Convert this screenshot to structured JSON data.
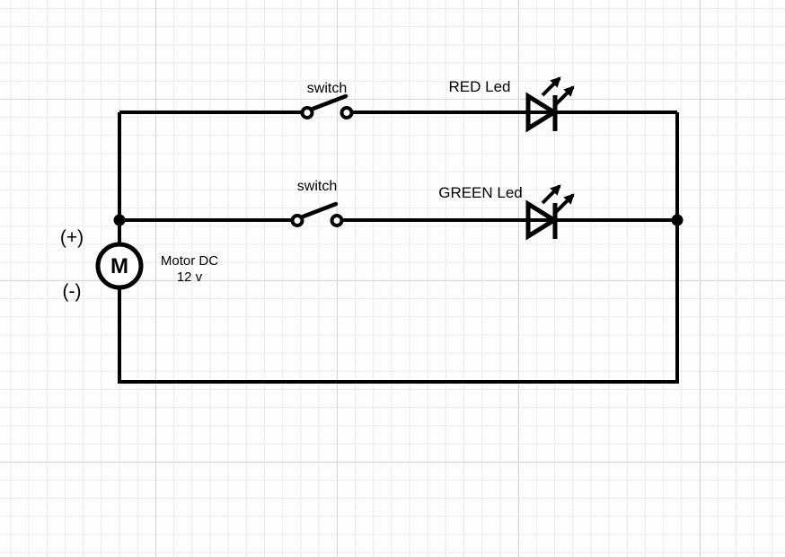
{
  "diagram": {
    "type": "electrical-circuit",
    "description": "DC motor supply with two parallel switched LED branches",
    "labels": {
      "switch_top": "switch",
      "switch_bottom": "switch",
      "led_top": "RED Led",
      "led_bottom": "GREEN Led",
      "motor_name": "Motor DC",
      "motor_voltage": "12 v",
      "motor_symbol": "M",
      "polarity_positive": "(+)",
      "polarity_negative": "(-)"
    },
    "colors": {
      "wire": "#000000",
      "text": "#000000",
      "polarity_positive": "#e8483c",
      "background": "#fdfdfd",
      "grid_minor": "#ebebed",
      "grid_major": "#d6d6d8"
    }
  }
}
